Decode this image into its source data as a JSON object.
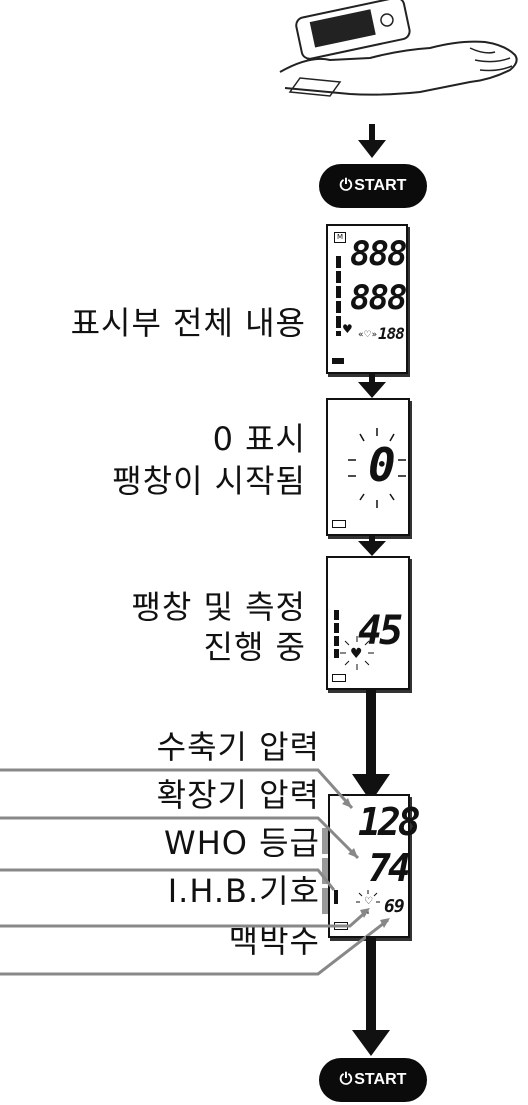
{
  "steps": {
    "start_top": {
      "power_symbol": "⏻",
      "label": "START"
    },
    "full_display": {
      "label": "표시부 전체 내용",
      "top": "888",
      "mid": "888",
      "pulse": "188",
      "icons": {
        "mem": "M",
        "ihb": "♥"
      }
    },
    "zero": {
      "label_line1": "0 표시",
      "label_line2": "팽창이 시작됨",
      "value": "0"
    },
    "inflate": {
      "label_line1": "팽창 및 측정",
      "label_line2": "진행 중",
      "value": "45"
    },
    "result": {
      "systolic": "128",
      "diastolic": "74",
      "pulse": "69",
      "callouts": [
        "수축기 압력",
        "확장기 압력",
        "WHO 등급",
        "I.H.B.기호",
        "맥박수"
      ]
    },
    "start_bottom": {
      "power_symbol": "⏻",
      "label": "START"
    }
  }
}
